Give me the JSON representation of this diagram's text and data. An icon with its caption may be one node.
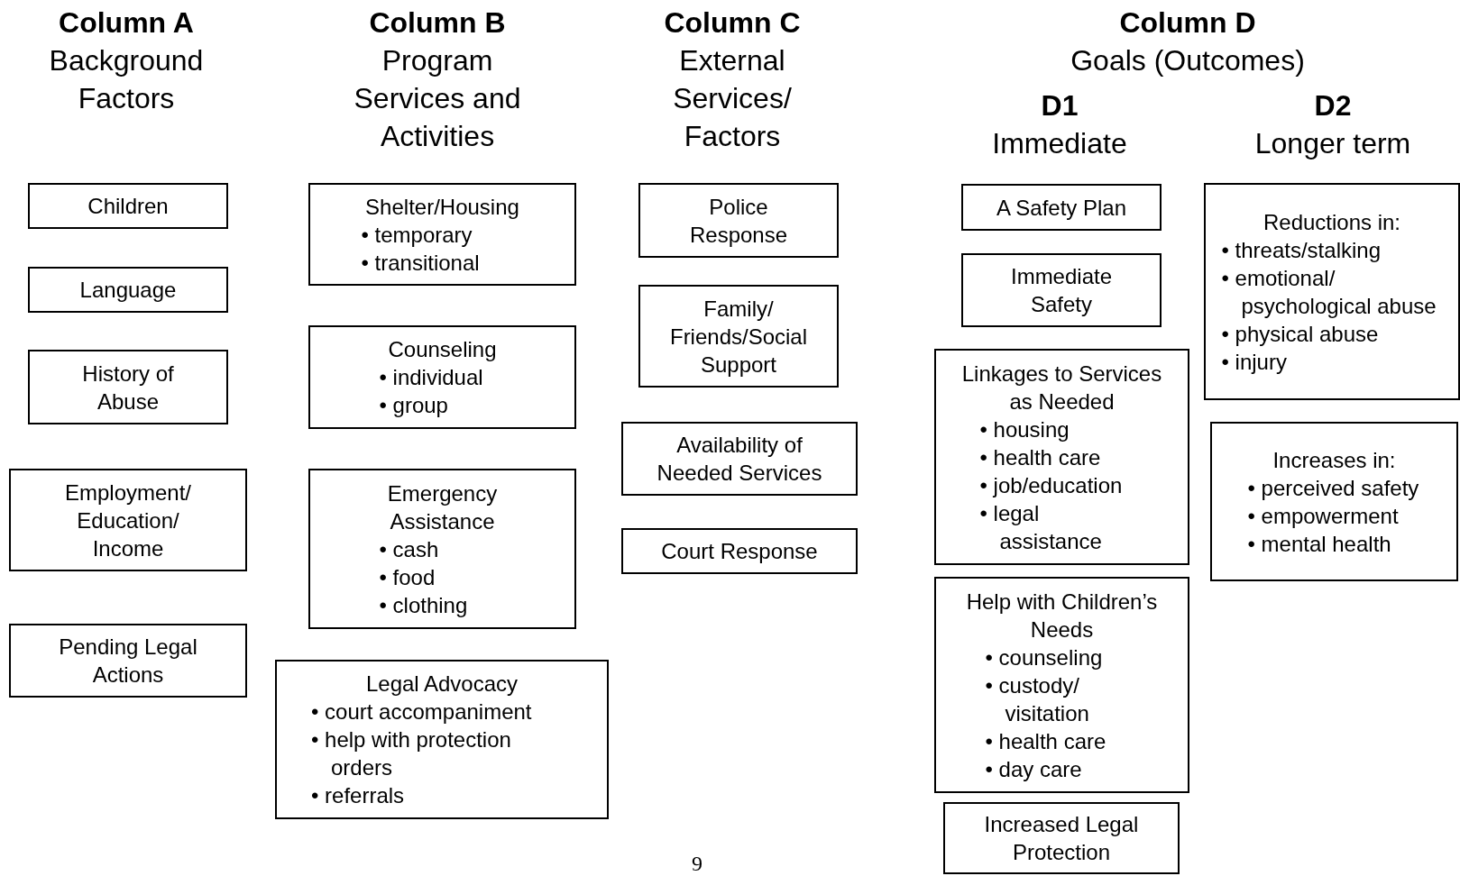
{
  "diagram": {
    "nodes": [
      {
        "text": [
          "Children"
        ]
      },
      {
        "text": [
          "Language"
        ]
      },
      {
        "text": [
          "History of Abuse"
        ]
      },
      {
        "text": [
          "Employment/ Education/ Income"
        ]
      },
      {
        "text": [
          "Pending Legal Actions"
        ]
      },
      {
        "text": [
          "Shelter/Housing",
          "• temporary",
          "• transitional"
        ]
      },
      {
        "text": [
          "Counseling",
          "• individual",
          "• group"
        ]
      },
      {
        "text": [
          "Emergency Assistance",
          "• cash",
          "• food",
          "• clothing"
        ]
      },
      {
        "text": [
          "Legal Advocacy",
          "• court accompaniment",
          "• help with protection orders",
          "• referrals"
        ]
      },
      {
        "text": [
          "Police Response"
        ]
      },
      {
        "text": [
          "Family/ Friends/Social Support"
        ]
      },
      {
        "text": [
          "Availability of Needed Services"
        ]
      },
      {
        "text": [
          "Court Response"
        ]
      },
      {
        "text": [
          "A Safety Plan"
        ]
      },
      {
        "text": [
          "Immediate Safety"
        ]
      },
      {
        "text": [
          "Linkages to Services as Needed",
          "• housing",
          "• health care",
          "• job/education",
          "• legal assistance"
        ]
      },
      {
        "text": [
          "Help with Children’s Needs",
          "• counseling",
          "• custody/ visitation",
          "• health care",
          "• day care"
        ]
      },
      {
        "text": [
          "Increased Legal Protection"
        ]
      },
      {
        "text": [
          "Reductions in:",
          "• threats/stalking",
          "• emotional/ psychological abuse",
          "• physical abuse",
          "• injury"
        ]
      },
      {
        "text": [
          "Increases in:",
          "• perceived safety",
          "• empowerment",
          "• mental health"
        ]
      }
    ],
    "edges": [],
    "labels": [
      "Column A",
      "Background Factors",
      "Column B",
      "Program Services and Activities",
      "Column C",
      "External Services/ Factors",
      "Column D",
      "Goals (Outcomes)",
      "D1",
      "Immediate",
      "D2",
      "Longer term",
      "9"
    ]
  }
}
